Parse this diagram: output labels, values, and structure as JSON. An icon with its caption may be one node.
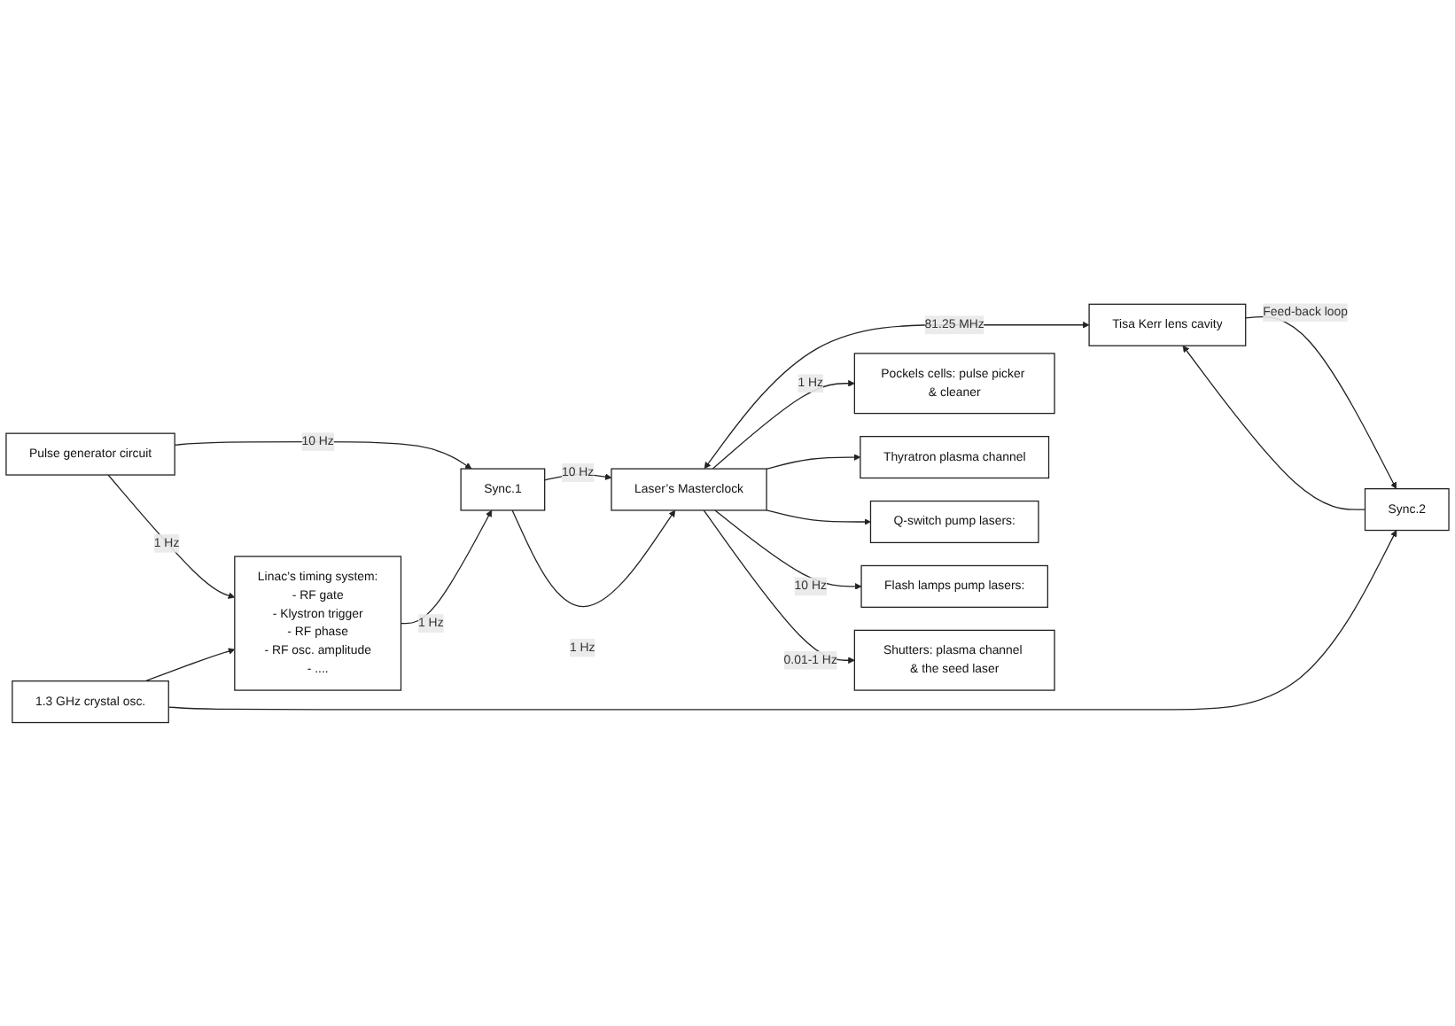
{
  "diagram": {
    "nodes": [
      {
        "text": [
          "Pulse generator circuit"
        ]
      },
      {
        "text": [
          "Sync.1"
        ]
      },
      {
        "text": [
          "Linac’s timing system:",
          "- RF gate",
          "- Klystron trigger",
          "- RF phase",
          "- RF osc. amplitude",
          "- ...."
        ]
      },
      {
        "text": [
          "Laser’s Masterclock"
        ]
      },
      {
        "text": [
          "Tisa Kerr lens cavity"
        ]
      },
      {
        "text": [
          "Sync.2"
        ]
      },
      {
        "text": [
          "Pockels cells: pulse picker & cleaner"
        ]
      },
      {
        "text": [
          "Thyratron plasma channel"
        ]
      },
      {
        "text": [
          "Q-switch pump lasers:"
        ]
      },
      {
        "text": [
          "Flash lamps pump lasers:"
        ]
      },
      {
        "text": [
          "Shutters: plasma channel & the seed laser"
        ]
      },
      {
        "text": [
          "1.3 GHz crystal osc."
        ]
      }
    ],
    "edges": [
      {
        "from": 0,
        "to": 1,
        "arrow": "to",
        "label": "10 Hz"
      },
      {
        "from": 0,
        "to": 2,
        "arrow": "to",
        "label": "1 Hz"
      },
      {
        "from": 2,
        "to": 1,
        "arrow": "to",
        "label": "1 Hz"
      },
      {
        "from": 1,
        "to": 3,
        "arrow": "to",
        "label": "10 Hz"
      },
      {
        "from": 1,
        "to": 3,
        "arrow": "to",
        "label": "1 Hz"
      },
      {
        "from": 3,
        "to": 4,
        "arrow": "both",
        "label": "81.25 MHz"
      },
      {
        "from": 4,
        "to": 5,
        "arrow": "to",
        "label": "Feed-back loop"
      },
      {
        "from": 5,
        "to": 4,
        "arrow": "to"
      },
      {
        "from": 3,
        "to": 6,
        "arrow": "to",
        "label": "1 Hz"
      },
      {
        "from": 3,
        "to": 7,
        "arrow": "to"
      },
      {
        "from": 3,
        "to": 8,
        "arrow": "to"
      },
      {
        "from": 3,
        "to": 9,
        "arrow": "to",
        "label": "10 Hz"
      },
      {
        "from": 3,
        "to": 10,
        "arrow": "to",
        "label": "0.01-1 Hz"
      },
      {
        "from": 11,
        "to": 2,
        "arrow": "to"
      },
      {
        "from": 11,
        "to": 5,
        "arrow": "to"
      }
    ]
  }
}
